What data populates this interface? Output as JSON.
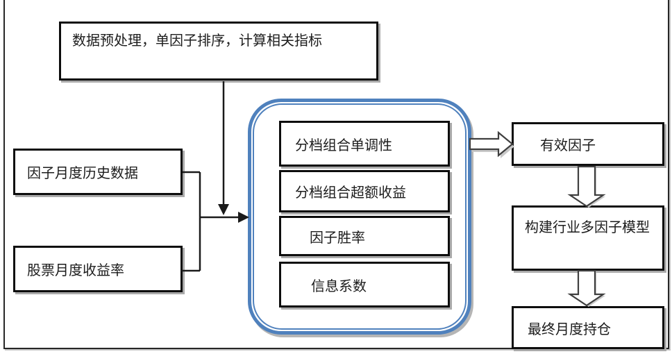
{
  "figure": {
    "type": "flowchart",
    "description": "single-factor testing and multi-factor model construction flow",
    "nodes": {
      "preprocess": {
        "label": "数据预处理，单因子排序，计算相关指标"
      },
      "factor_history": {
        "label": "因子月度历史数据"
      },
      "stock_return": {
        "label": "股票月度收益率"
      },
      "monotonicity": {
        "label": "分档组合单调性"
      },
      "excess_return": {
        "label": "分档组合超额收益"
      },
      "win_rate": {
        "label": "因子胜率"
      },
      "info_coefficient": {
        "label": "信息系数"
      },
      "effective_factor": {
        "label": "有效因子"
      },
      "industry_model": {
        "label": "构建行业多因子模型"
      },
      "final_position": {
        "label": "最终月度持仓"
      }
    },
    "colors": {
      "background": "#ffffff",
      "box_border": "#0d0d0d",
      "container_border": "#4f81bd",
      "connector": "#1a1a1a",
      "hollow_arrow_outline": "#3f3f3f",
      "shadow": "#aaaaaa"
    }
  }
}
